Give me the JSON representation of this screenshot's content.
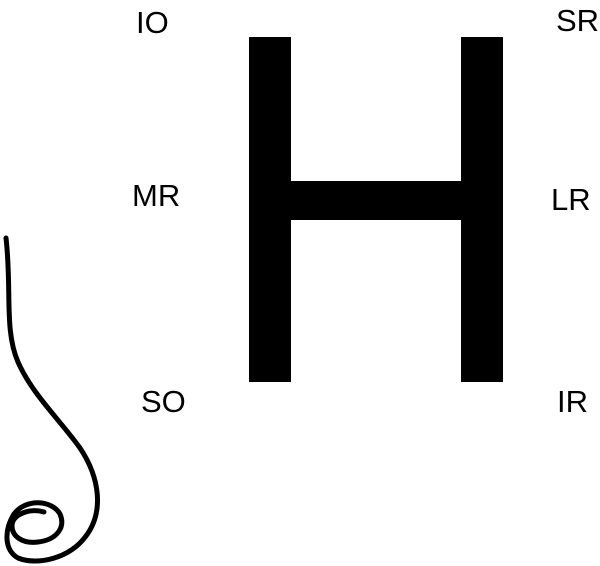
{
  "diagram": {
    "positions": {
      "top_left": "IO",
      "top_right": "SR",
      "middle_left": "MR",
      "middle_right": "LR",
      "bottom_left": "SO",
      "bottom_right": "IR"
    },
    "line_color": "#000000",
    "background": "#ffffff"
  }
}
